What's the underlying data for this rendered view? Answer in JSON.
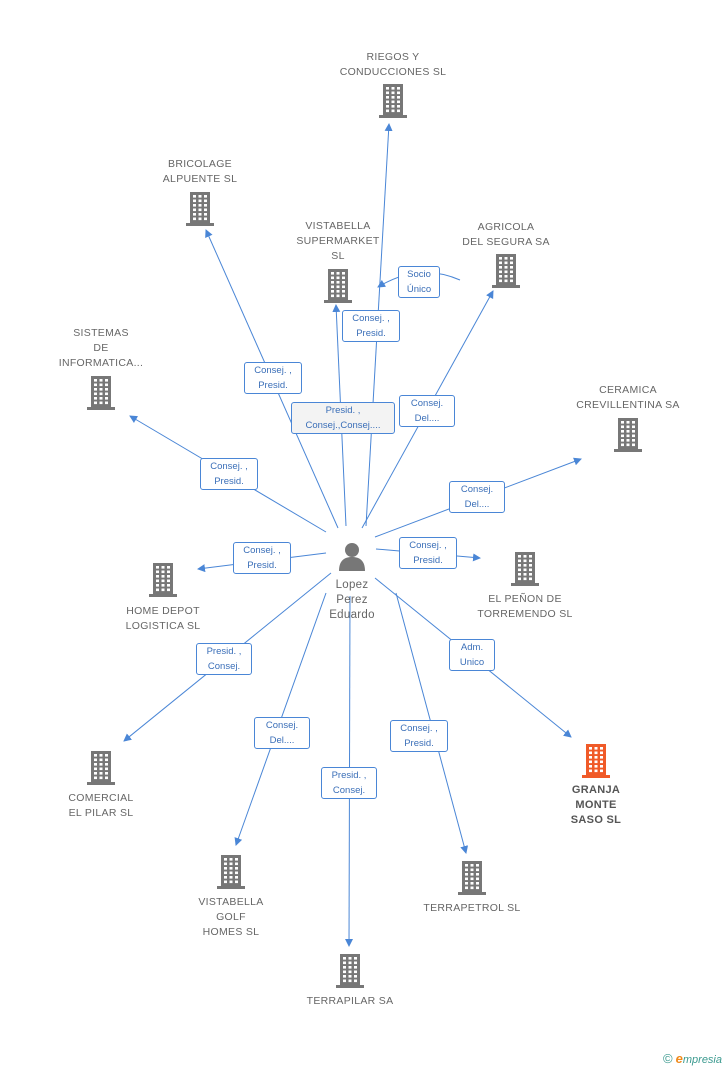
{
  "center": {
    "name_lines": [
      "Lopez",
      "Perez",
      "Eduardo"
    ]
  },
  "companies": [
    {
      "id": "riegos",
      "lines": [
        "RIEGOS Y",
        "CONDUCCIONES SL"
      ]
    },
    {
      "id": "bricolage",
      "lines": [
        "BRICOLAGE",
        "ALPUENTE SL"
      ]
    },
    {
      "id": "vistabella-super",
      "lines": [
        "VISTABELLA",
        "SUPERMARKET",
        "SL"
      ]
    },
    {
      "id": "agricola",
      "lines": [
        "AGRICOLA",
        "DEL SEGURA SA"
      ]
    },
    {
      "id": "sistemas",
      "lines": [
        "SISTEMAS",
        "DE",
        "INFORMATICA..."
      ]
    },
    {
      "id": "ceramica",
      "lines": [
        "CERAMICA",
        "CREVILLENTINA SA"
      ]
    },
    {
      "id": "home-depot",
      "lines": [
        "HOME DEPOT",
        "LOGISTICA SL"
      ]
    },
    {
      "id": "penon",
      "lines": [
        "EL PEÑON DE",
        "TORREMENDO SL"
      ]
    },
    {
      "id": "comercial",
      "lines": [
        "COMERCIAL",
        "EL PILAR SL"
      ]
    },
    {
      "id": "granja",
      "lines": [
        "GRANJA",
        "MONTE",
        "SASO SL"
      ],
      "highlight": true
    },
    {
      "id": "vistabella-golf",
      "lines": [
        "VISTABELLA",
        "GOLF",
        "HOMES SL"
      ]
    },
    {
      "id": "terrapetrol",
      "lines": [
        "TERRAPETROL SL"
      ]
    },
    {
      "id": "terrapilar",
      "lines": [
        "TERRAPILAR SA"
      ]
    }
  ],
  "edges": [
    {
      "to": "riegos",
      "lines": [
        "Consej. ,",
        "Presid."
      ]
    },
    {
      "to": "vistabella-super",
      "lines": [
        "Socio",
        "Único"
      ]
    },
    {
      "to": "bricolage",
      "lines": [
        "Consej. ,",
        "Presid."
      ]
    },
    {
      "to": "vistabella-super",
      "lines": [
        "Presid. ,",
        "Consej.,Consej...."
      ]
    },
    {
      "to": "agricola",
      "lines": [
        "Consej.",
        "Del...."
      ]
    },
    {
      "to": "sistemas",
      "lines": [
        "Consej. ,",
        "Presid."
      ]
    },
    {
      "to": "ceramica",
      "lines": [
        "Consej.",
        "Del...."
      ]
    },
    {
      "to": "home-depot",
      "lines": [
        "Consej. ,",
        "Presid."
      ]
    },
    {
      "to": "penon",
      "lines": [
        "Consej. ,",
        "Presid."
      ]
    },
    {
      "to": "comercial",
      "lines": [
        "Presid. ,",
        "Consej."
      ]
    },
    {
      "to": "granja",
      "lines": [
        "Adm.",
        "Unico"
      ]
    },
    {
      "to": "vistabella-golf",
      "lines": [
        "Consej.",
        "Del...."
      ]
    },
    {
      "to": "terrapetrol",
      "lines": [
        "Consej. ,",
        "Presid."
      ]
    },
    {
      "to": "terrapilar",
      "lines": [
        "Presid. ,",
        "Consej."
      ]
    }
  ],
  "colors": {
    "edge": "#4a86d6",
    "building": "#777777",
    "building_highlight": "#f05a28",
    "label_text": "#3b6fb8"
  },
  "icons": {
    "company": "building-icon",
    "person": "person-icon"
  },
  "footer": {
    "copyright": "©",
    "brand_e": "e",
    "brand_rest": "mpresia"
  }
}
